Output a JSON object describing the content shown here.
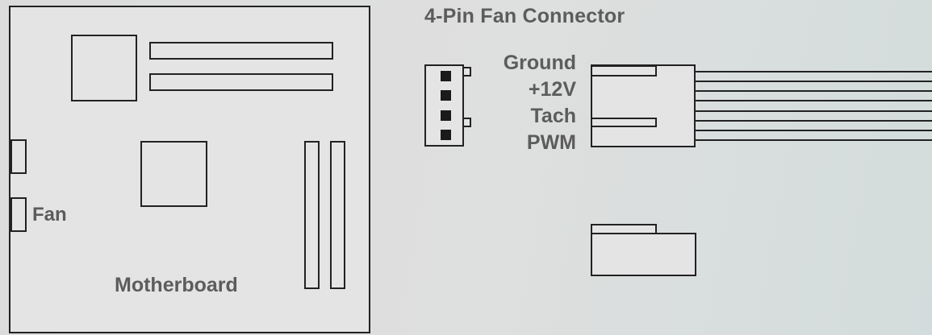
{
  "title": "4-Pin Fan Connector",
  "pins": [
    "Ground",
    "+12V",
    "Tach",
    "PWM"
  ],
  "motherboard": {
    "label": "Motherboard",
    "fan_label": "Fan"
  },
  "colors": {
    "line": "#222222",
    "text": "#5c5c5c",
    "fill": "#e4e4e4",
    "pin": "#1a1a1a"
  }
}
